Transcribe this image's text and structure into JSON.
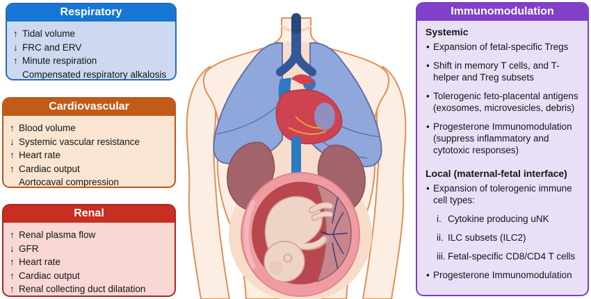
{
  "colors": {
    "respiratory_header": "#1577d3",
    "respiratory_border": "#2a66c2",
    "respiratory_body_bg": "#ccd9f1",
    "cardiovascular_header": "#c25a18",
    "cardiovascular_body_bg": "#fae5d2",
    "renal_header": "#c72f22",
    "renal_body_bg": "#f9d7d5",
    "immunomodulation_header": "#8040c8",
    "immunomodulation_body_bg": "#e9e0f8"
  },
  "panels": {
    "respiratory": {
      "title": "Respiratory",
      "items": [
        {
          "arrow": "↑",
          "text": "Tidal volume"
        },
        {
          "arrow": "↓",
          "text": "FRC and ERV"
        },
        {
          "arrow": "↑",
          "text": "Minute respiration"
        },
        {
          "arrow": "",
          "text": "Compensated respiratory alkalosis"
        }
      ]
    },
    "cardiovascular": {
      "title": "Cardiovascular",
      "items": [
        {
          "arrow": "↑",
          "text": "Blood volume"
        },
        {
          "arrow": "↓",
          "text": "Systemic vascular resistance"
        },
        {
          "arrow": "↑",
          "text": "Heart rate"
        },
        {
          "arrow": "↑",
          "text": "Cardiac output"
        },
        {
          "arrow": "",
          "text": "Aortocaval compression"
        }
      ]
    },
    "renal": {
      "title": "Renal",
      "items": [
        {
          "arrow": "↑",
          "text": "Renal plasma flow"
        },
        {
          "arrow": "↓",
          "text": "GFR"
        },
        {
          "arrow": "↑",
          "text": "Heart rate"
        },
        {
          "arrow": "↑",
          "text": "Cardiac output"
        },
        {
          "arrow": "↑",
          "text": "Renal collecting duct dilatation"
        }
      ]
    },
    "immunomodulation": {
      "title": "Immunomodulation",
      "systemic": {
        "heading": "Systemic",
        "bullets": [
          "Expansion of fetal-specific Tregs",
          "Shift in memory T cells, and T-helper and Treg subsets",
          "Tolerogenic feto-placental antigens (exosomes, microvesicles, debris)",
          "Progesterone Immunomodulation (suppress inflammatory and cytotoxic responses)"
        ]
      },
      "local": {
        "heading": "Local (maternal-fetal interface)",
        "lead_bullet": "Expansion of tolerogenic immune cell types:",
        "roman_items": [
          {
            "num": "i.",
            "text": "Cytokine producing uNK"
          },
          {
            "num": "ii.",
            "text": "ILC subsets (ILC2)"
          },
          {
            "num": "iii.",
            "text": "Fetal-specific CD8/CD4 T cells"
          }
        ],
        "end_bullet": "Progesterone Immunomodulation"
      }
    }
  },
  "illustration": {
    "description": "Pregnant torso showing trachea, lungs, heart, kidneys and gravid uterus with fetus and placenta"
  }
}
